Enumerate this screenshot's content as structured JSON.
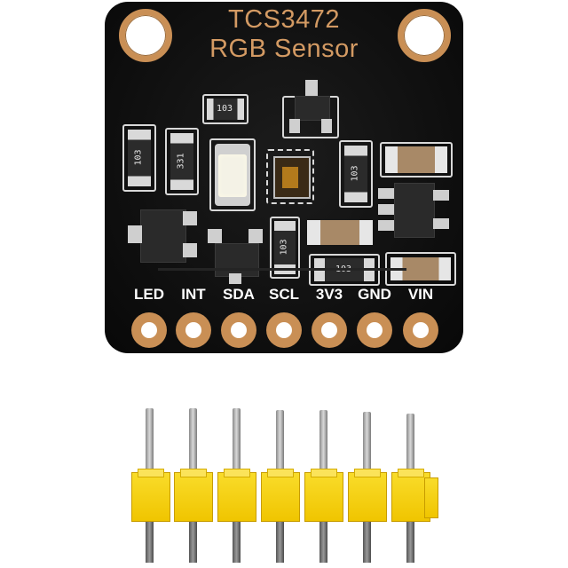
{
  "board": {
    "title_line1": "TCS3472",
    "title_line2": "RGB Sensor",
    "pins": [
      "LED",
      "INT",
      "SDA",
      "SCL",
      "3V3",
      "GND",
      "VIN"
    ],
    "resistor_labels": [
      "103",
      "103",
      "331",
      "103",
      "103",
      "103"
    ]
  },
  "colors": {
    "pcb": "#111111",
    "silkscreen": "#d39a63",
    "pad_copper": "#c98f55",
    "header_plastic": "#f6d20e"
  }
}
